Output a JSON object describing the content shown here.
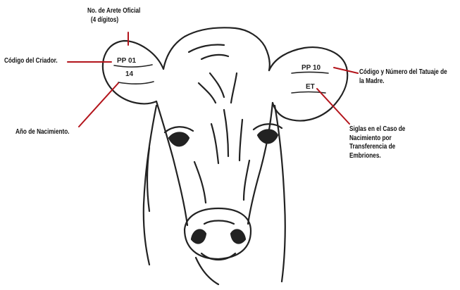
{
  "labels": {
    "arete_line1": "No. de Arete Oficial",
    "arete_line2": "(4 dígitos)",
    "criador": "Código del Criador.",
    "nacimiento": "Año de Nacimiento.",
    "tatuaje_line1": "Código y Número del Tatuaje de",
    "tatuaje_line2": "la Madre.",
    "siglas_line1": "Siglas en el Caso de",
    "siglas_line2": "Nacimiento por",
    "siglas_line3": "Transferencia de",
    "siglas_line4": "Embriones."
  },
  "left_ear": {
    "code": "PP 01",
    "year": "14"
  },
  "right_ear": {
    "code": "PP 10",
    "sigla": "ET"
  },
  "colors": {
    "pointer": "#b3141b",
    "ink": "#222222"
  }
}
